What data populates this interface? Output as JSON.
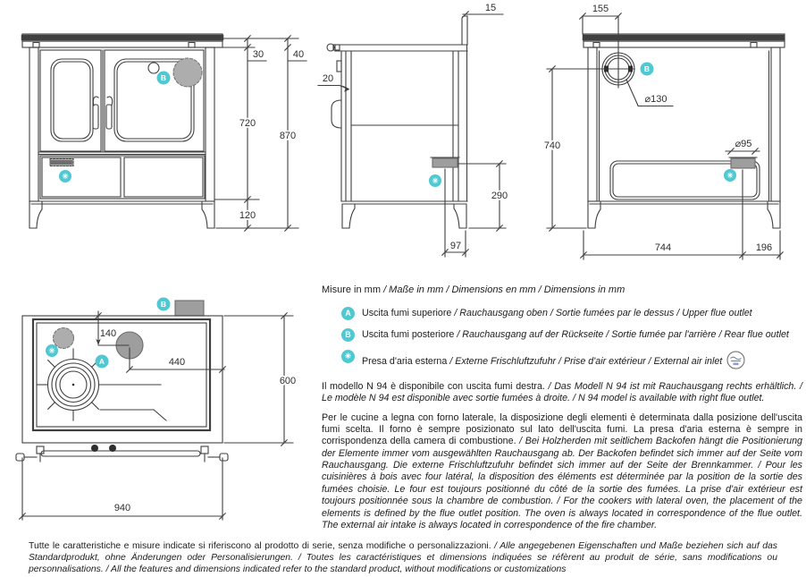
{
  "dims": {
    "d15": "15",
    "d20": "20",
    "d30": "30",
    "d40": "40",
    "d97": "97",
    "d120": "120",
    "d130": "⌀130",
    "d140": "140",
    "d155": "155",
    "d196": "196",
    "d290": "290",
    "d440": "440",
    "d600": "600",
    "d720": "720",
    "d740": "740",
    "d744": "744",
    "d870": "870",
    "d95": "⌀95",
    "d940": "940"
  },
  "markers": {
    "upper_flue": "A",
    "rear_flue": "B",
    "air_inlet": "✳"
  },
  "legend": {
    "units_primary": "Misure in mm",
    "units_translations": " / Maße in mm / Dimensions en mm / Dimensions in mm",
    "items": [
      {
        "badge": "A",
        "primary": "Uscita fumi superiore",
        "translations": " / Rauchausgang oben  / Sortie fumées par le dessus / Upper flue outlet"
      },
      {
        "badge": "B",
        "primary": "Uscita fumi posteriore",
        "translations": " / Rauchausgang auf der Rückseite / Sortie fumée par l'arrière / Rear flue outlet"
      },
      {
        "badge": "✳",
        "primary": "Presa d'aria esterna",
        "translations": " / Externe Frischluftzufuhr / Prise d'air extérieur / External air inlet"
      }
    ]
  },
  "paragraphs": {
    "model_note_primary": "Il modello N 94 è disponibile con uscita fumi destra.",
    "model_note_translations": " / Das Modell N 94 ist mit Rauchausgang rechts erhältlich. / Le modèle N 94 est disponible avec sortie fumées à droite. / N 94 model is available with right flue outlet.",
    "layout_note_primary": "Per le cucine a legna con forno laterale, la disposizione degli elementi è determinata dalla posizione dell'uscita fumi scelta. Il forno è sempre posizionato sul lato dell'uscita fumi. La presa d'aria esterna è sempre in corrispondenza della camera di combustione.",
    "layout_note_translations": " / Bei Holzherden mit seitlichem Backofen hängt die Positionierung der Elemente immer vom ausgewählten Rauchausgang ab. Der Backofen befindet sich immer auf der Seite vom Rauchausgang. Die externe Frischluftzufuhr befindet sich immer auf der Seite der Brennkammer. / Pour les cuisinières à bois avec four latéral, la disposition des éléments est déterminée par la position de la sortie des fumées choisie. Le four est toujours positionné du côté de la sortie des fumées. La prise d'air extérieur est toujours positionnée sous la chambre de combustion. / For the cookers with lateral oven, the placement of the elements is defined by the flue outlet position. The oven is always located in correspondence of the flue outlet. The external air intake is always located in correspondence of the fire chamber."
  },
  "footer": {
    "primary": "Tutte le caratteristiche e misure indicate si riferiscono al prodotto di serie, senza modifiche o personalizzazioni.",
    "translations": " / Alle angegebenen Eigenschaften und Maße beziehen sich auf das Standardprodukt, ohne Änderungen oder Personalisierungen. / Toutes les caractéristiques et dimensions indiquées se réfèrent au produit de série, sans modifications ou personnalisations. / All the features and dimensions indicated refer to the standard product, without modifications or customizations"
  }
}
